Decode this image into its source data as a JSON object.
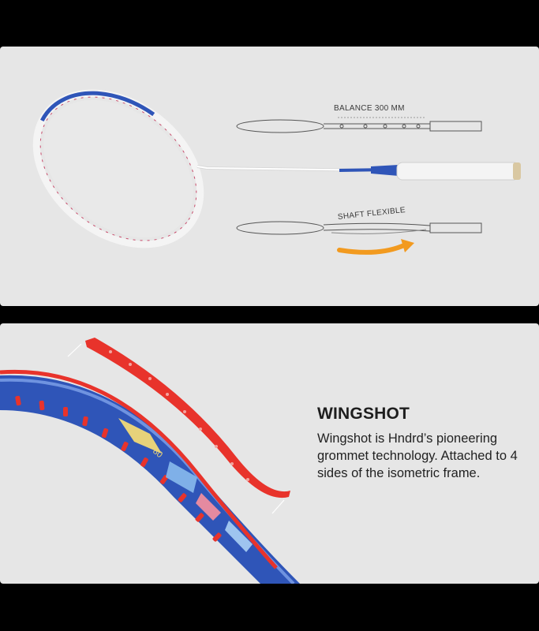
{
  "top_panel": {
    "balance_label": "BALANCE 300 MM",
    "shaft_label": "SHAFT FLEXIBLE"
  },
  "bottom_panel": {
    "title": "WINGSHOT",
    "description": "Wingshot is Hndrd’s pioneering grommet technology. Attached to 4 sides of the isometric frame.",
    "frame_marking": "80",
    "frame_marking_suffix": "G"
  },
  "colors": {
    "background": "#000000",
    "panel": "#e6e6e6",
    "frame_blue": "#2f55b8",
    "grommet_red": "#e8332b",
    "arrow_orange": "#f29a1f"
  },
  "icons": {
    "racket": "racket-image",
    "balance_diagram": "balance-diagram-icon",
    "flex_diagram": "shaft-flex-diagram-icon",
    "arrow": "flex-arrow-icon"
  }
}
